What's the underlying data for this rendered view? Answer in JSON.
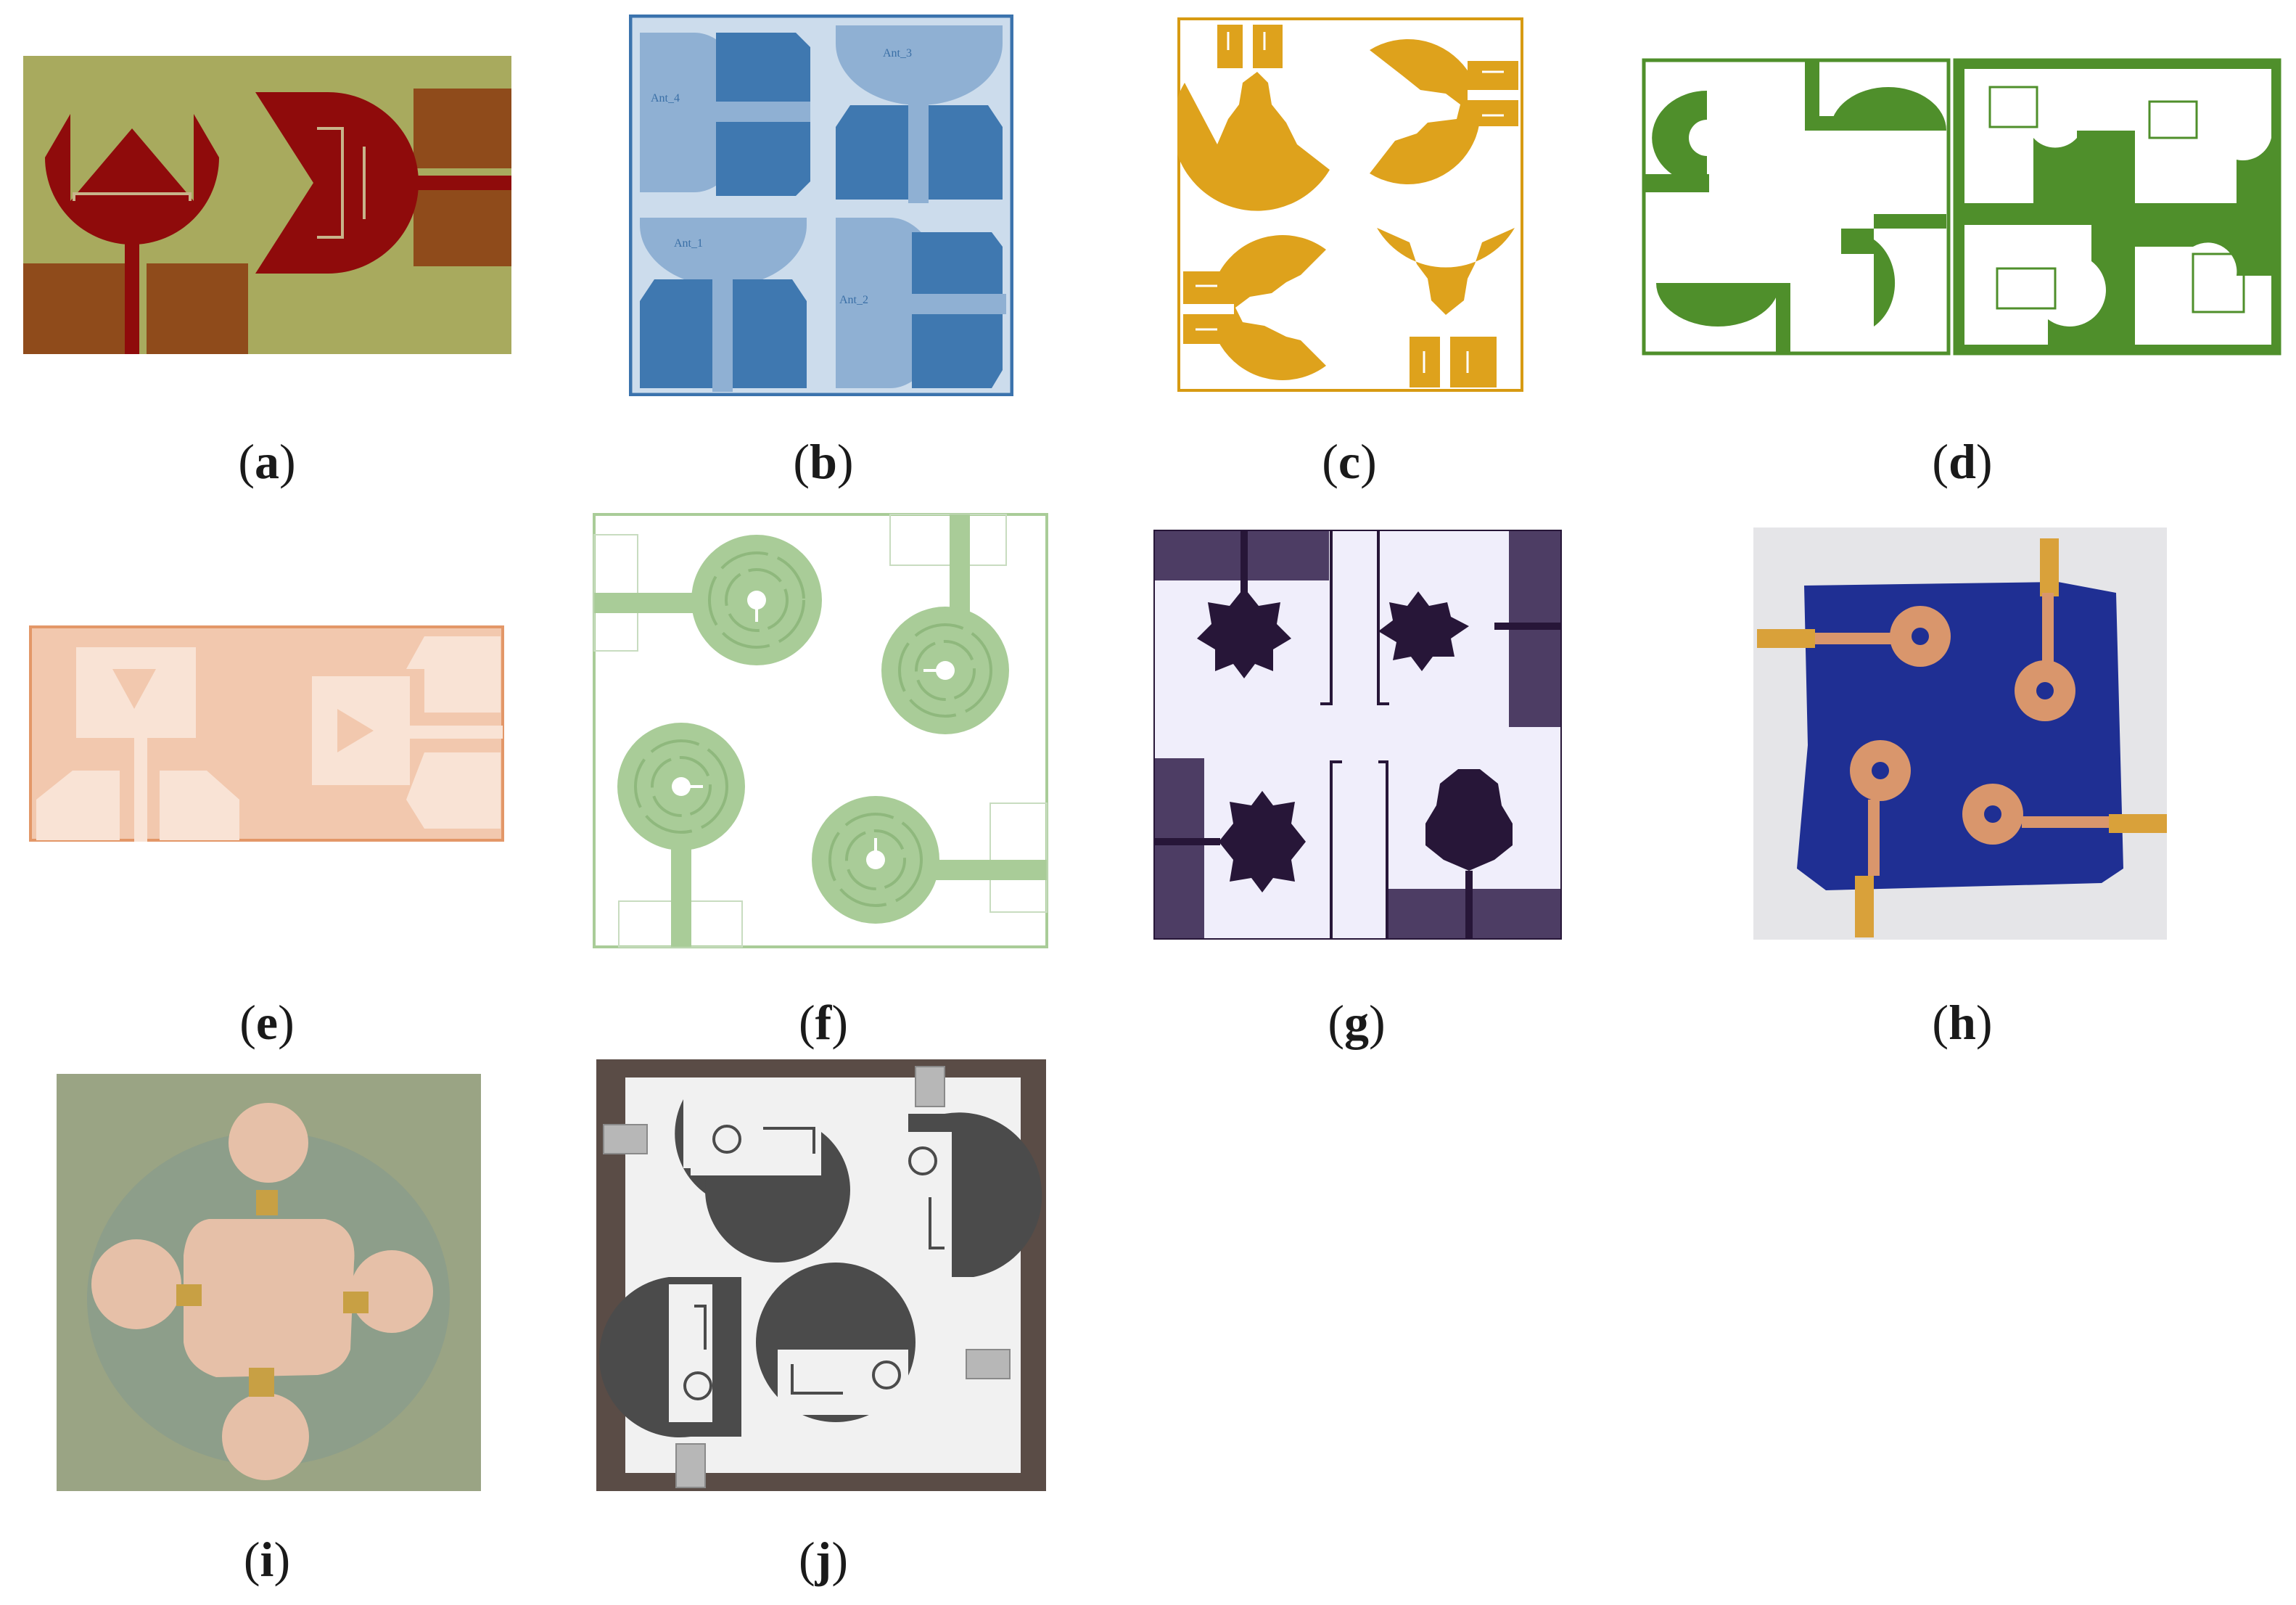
{
  "panels": [
    {
      "id": "a",
      "caption": "a",
      "colors": {
        "substrate": "#a8aa5e",
        "radiator": "#8f0b0b",
        "ground": "#8f4b1b"
      }
    },
    {
      "id": "b",
      "caption": "b",
      "labels": [
        "Ant_4",
        "Ant_3",
        "Ant_1",
        "Ant_2"
      ],
      "colors": {
        "substrate": "#ccdcec",
        "patch": "#8fb0d3",
        "ground": "#3f78b0",
        "border": "#3b73ad"
      }
    },
    {
      "id": "c",
      "caption": "c",
      "colors": {
        "metal": "#dea21c",
        "border": "#d79a12"
      }
    },
    {
      "id": "d",
      "caption": "d",
      "colors": {
        "metal": "#4f8f2b"
      }
    },
    {
      "id": "e",
      "caption": "e",
      "colors": {
        "substrate": "#f2c8ae",
        "metal": "#f9e3d5",
        "border": "#e39768"
      }
    },
    {
      "id": "f",
      "caption": "f",
      "colors": {
        "metal": "#a9cc98",
        "slot": "#8fb87d"
      }
    },
    {
      "id": "g",
      "caption": "g",
      "colors": {
        "dark": "#271638",
        "ground": "#4d3d64",
        "substrate": "#f0eefb"
      }
    },
    {
      "id": "h",
      "caption": "h",
      "colors": {
        "textile": "#1f2f93",
        "copper": "#d9966c",
        "connector": "#d9a13a"
      }
    },
    {
      "id": "i",
      "caption": "i",
      "colors": {
        "substrate": "#9aa484",
        "copper": "#e6c0a8",
        "connector": "#c8a044"
      }
    },
    {
      "id": "j",
      "caption": "j",
      "colors": {
        "metal": "#f1f1f1",
        "substrate": "#4b4b4b",
        "connector": "#b7b7b7"
      }
    }
  ]
}
